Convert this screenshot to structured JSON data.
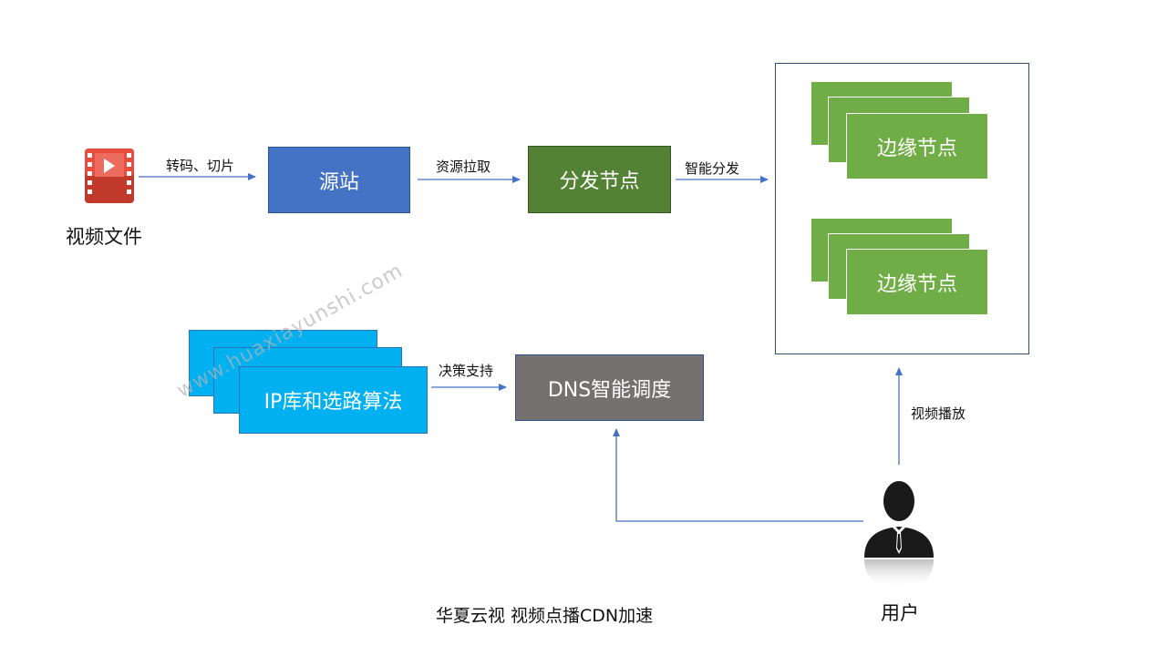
{
  "colors": {
    "blue_box": "#4472c4",
    "dark_green": "#548235",
    "green": "#70ad47",
    "cyan": "#00b0f0",
    "gray": "#767171",
    "arrow": "#4472c4",
    "frame": "#2f4f6f"
  },
  "icons": {
    "video": "video-file-icon",
    "user": "user-silhouette-icon"
  },
  "nodes": {
    "video_file": "视频文件",
    "origin": "源站",
    "distribution": "分发节点",
    "edge_1": "边缘节点",
    "edge_2": "边缘节点",
    "ip_algo": "IP库和选路算法",
    "dns": "DNS智能调度",
    "user": "用户"
  },
  "edges": {
    "transcode": "转码、切片",
    "pull": "资源拉取",
    "smart_dist": "智能分发",
    "decision": "决策支持",
    "playback": "视频播放"
  },
  "caption": "华夏云视 视频点播CDN加速",
  "watermark": "www.huaxiayunshi.com"
}
